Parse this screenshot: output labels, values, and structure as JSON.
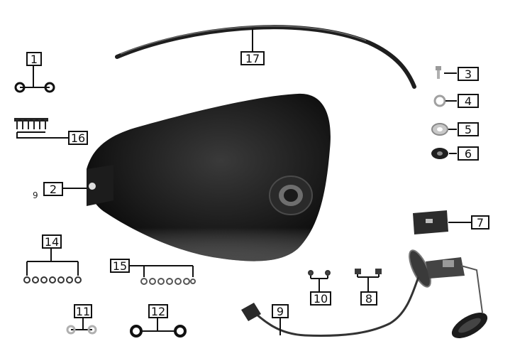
{
  "diagram": {
    "callouts": [
      {
        "id": "c1",
        "text": "1"
      },
      {
        "id": "c2",
        "text": "2"
      },
      {
        "id": "c3",
        "text": "3"
      },
      {
        "id": "c4",
        "text": "4"
      },
      {
        "id": "c5",
        "text": "5"
      },
      {
        "id": "c6",
        "text": "6"
      },
      {
        "id": "c7",
        "text": "7"
      },
      {
        "id": "c8",
        "text": "8"
      },
      {
        "id": "c9",
        "text": "9"
      },
      {
        "id": "c10",
        "text": "10"
      },
      {
        "id": "c11",
        "text": "11"
      },
      {
        "id": "c12",
        "text": "12"
      },
      {
        "id": "c14",
        "text": "14"
      },
      {
        "id": "c15",
        "text": "15"
      },
      {
        "id": "c16",
        "text": "16"
      },
      {
        "id": "c17",
        "text": "17"
      }
    ],
    "stray_mark": "9"
  }
}
